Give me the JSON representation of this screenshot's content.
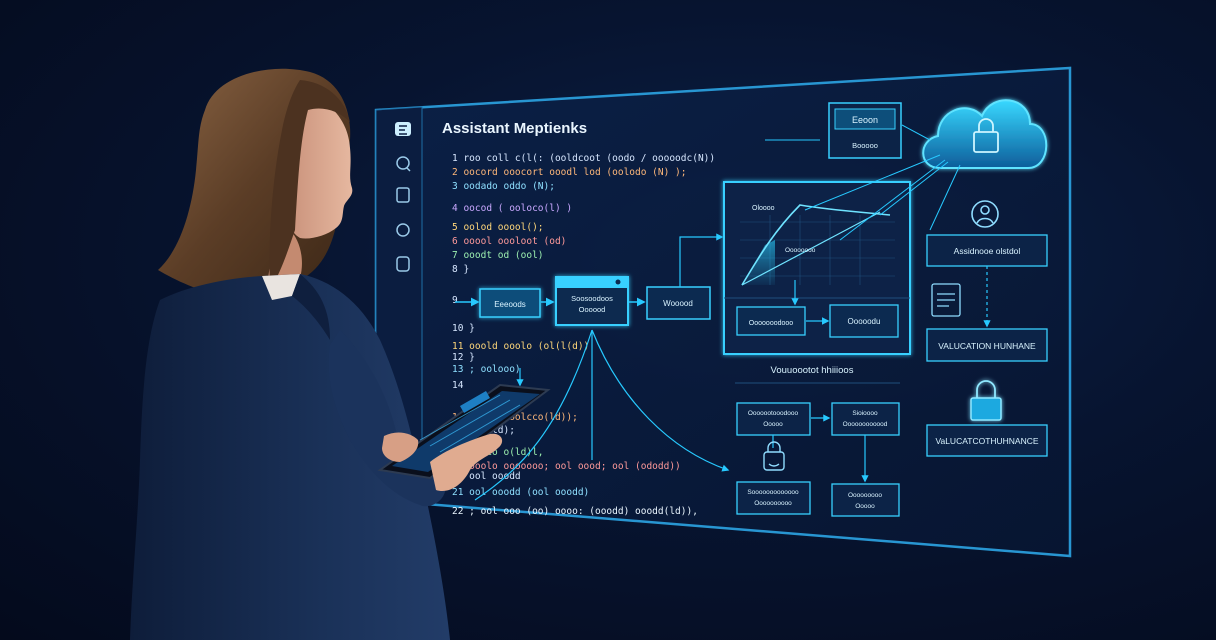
{
  "panel": {
    "title": "Assistant Meptienks",
    "sidebar_icons": [
      "logo-icon",
      "search-icon",
      "document-icon",
      "layers-icon",
      "note-icon"
    ]
  },
  "code": {
    "lines": [
      "1 roo coll c(l(:  (ooldcoot  (oodo  / ooooodc(N))",
      "2   oocord ooocort ooodl lod  (oolodo (N) );",
      "3   oodado  oddo (N);",
      "4     oocod  ( ooloco(l) )",
      "5       oolod  ooool();",
      "6         ooool  oooloot  (od)",
      "7         ooodt  od  (ool)",
      "8       }",
      "9",
      "10     }",
      "11     ooold  ooolo  (ol(l(d))",
      "12   }",
      "13 ;  oolooo)",
      "14",
      "15       ooloo  ooolcco(ld));",
      "16     ooo(ld);",
      "17",
      "18       ooolo  o(ld)l,",
      "19       ooolo  ooooooo;  ool  oood;  ool (ododd))",
      "20       ool  ooodd",
      "21   ool  ooodd  (ool  ooodd)",
      "22 ;  ool  ooo  (oo)  oooo:  (ooodd)  ooodd(ld)),"
    ]
  },
  "flow": {
    "box1": "Eeeoods",
    "box2_line1": "Soosoodoos",
    "box2_line2": "Oooood",
    "box3": "Wooood"
  },
  "diagram": {
    "top_box_label": "Eeoon",
    "top_box_sub": "Booooo",
    "chart_title": "Oloooo",
    "chart_legend": "Oooooooo",
    "box_a": "Ooooooodooo",
    "box_b": "Ooooodu",
    "mid_title": "Vouuoootot hhiiioos",
    "low_box_1_line1": "Ooooootooodooo",
    "low_box_1_line2": "Ooooo",
    "low_box_2_line1": "Sioioooo",
    "low_box_2_line2": "Oooooooooood",
    "bot_box_1_line1": "Sooooooooooooo",
    "bot_box_1_line2": "Oooooooooo",
    "bot_box_2_line1": "Ooooooooo",
    "bot_box_2_line2": "Ooooo"
  },
  "right_column": {
    "box1": "Assidnooe olstdol",
    "box2": "VALUCATION HUNHANE",
    "box3": "VaLUCATCOTHUHNANCE"
  },
  "colors": {
    "accent": "#27c9ff",
    "panel_bg": "#0a1a3a",
    "suit": "#152a4d",
    "hair": "#6b4a30"
  }
}
